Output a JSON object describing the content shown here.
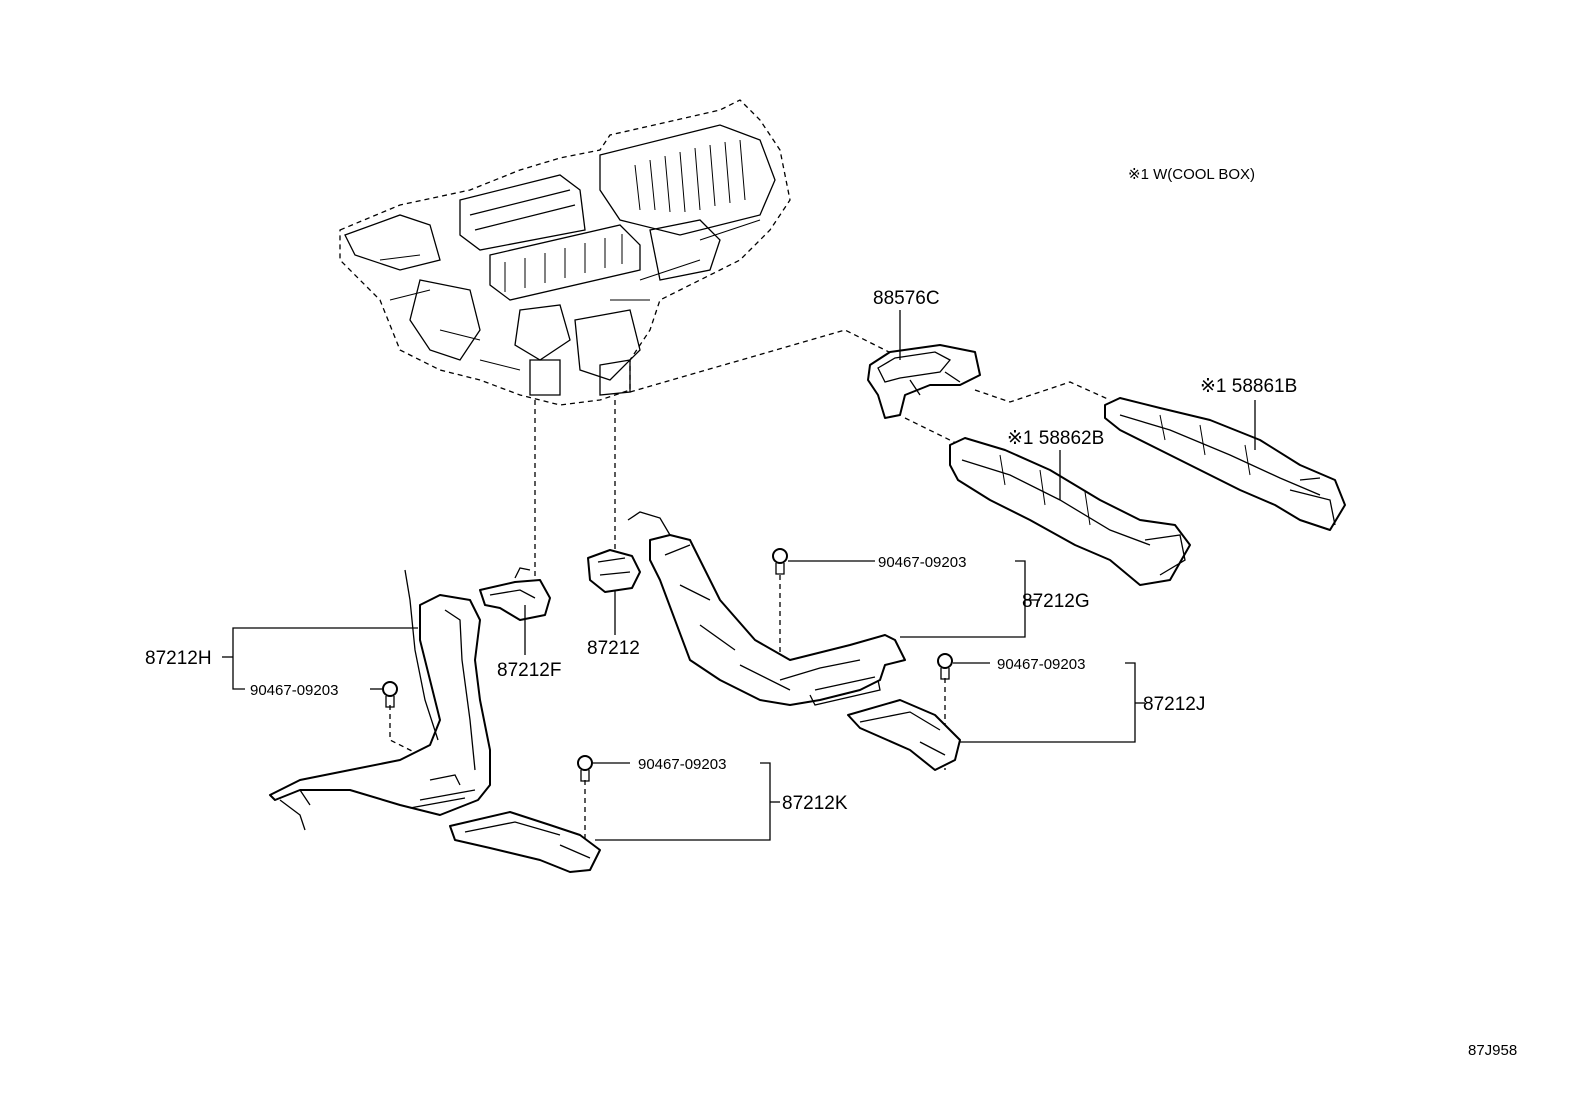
{
  "note": "※1 W(COOL BOX)",
  "diagram_code": "87J958",
  "labels": {
    "p88576C": "88576C",
    "p58861B": "※1 58861B",
    "p58862B": "※1 58862B",
    "p87212G": "87212G",
    "p87212J": "87212J",
    "p87212K": "87212K",
    "p87212H": "87212H",
    "p87212F": "87212F",
    "p87212": "87212",
    "clip_g": "90467-09203",
    "clip_j": "90467-09203",
    "clip_k": "90467-09203",
    "clip_h": "90467-09203"
  }
}
